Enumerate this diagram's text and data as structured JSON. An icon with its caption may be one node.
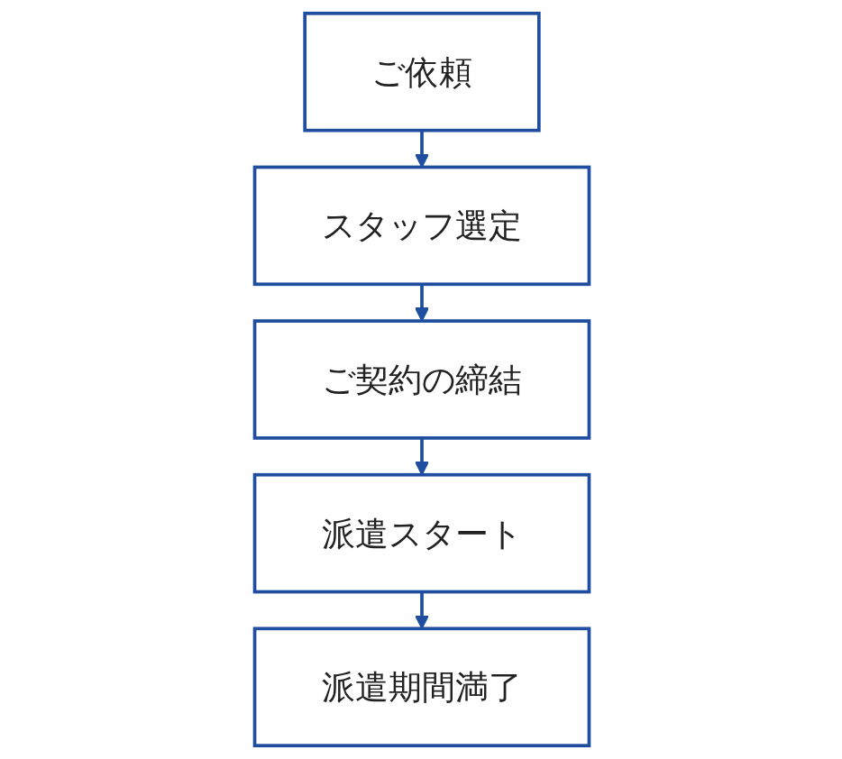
{
  "diagram": {
    "nodes": [
      {
        "text": [
          "ご依頼"
        ]
      },
      {
        "text": [
          "スタッフ選定"
        ]
      },
      {
        "text": [
          "ご契約の締結"
        ]
      },
      {
        "text": [
          "派遣スタート"
        ]
      },
      {
        "text": [
          "派遣期間満了"
        ]
      }
    ],
    "edges": [
      {
        "from": 0,
        "to": 1,
        "arrow": "to"
      },
      {
        "from": 1,
        "to": 2,
        "arrow": "to"
      },
      {
        "from": 2,
        "to": 3,
        "arrow": "to"
      },
      {
        "from": 3,
        "to": 4,
        "arrow": "to"
      }
    ]
  }
}
